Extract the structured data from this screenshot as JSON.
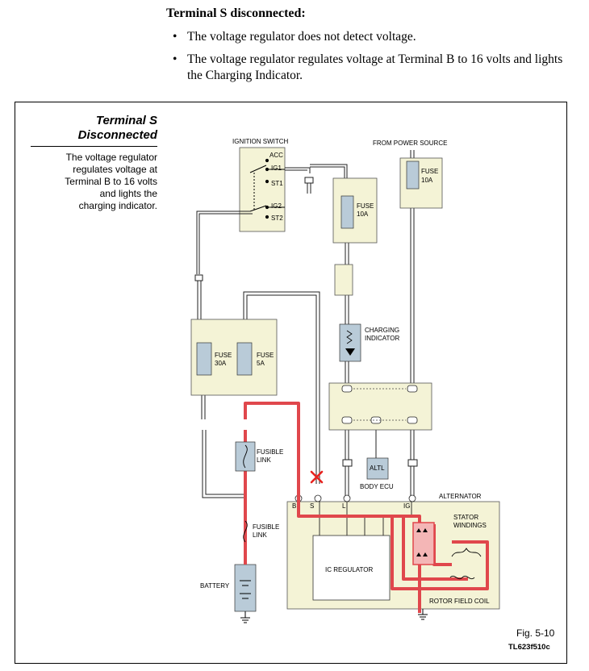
{
  "heading": "Terminal S disconnected:",
  "bullets": [
    "The voltage regulator does not detect voltage.",
    "The voltage regulator regulates voltage at Terminal B to 16 volts and lights the Charging Indicator."
  ],
  "side": {
    "title_line1": "Terminal S",
    "title_line2": "Disconnected",
    "text_lines": [
      "The voltage regulator",
      "regulates voltage at",
      "Terminal B to 16 volts",
      "and lights the",
      "charging indicator."
    ]
  },
  "diagram": {
    "ignition_switch": "IGNITION SWITCH",
    "acc": "ACC",
    "ig1": "IG1",
    "st1": "ST1",
    "ig2": "IG2",
    "st2": "ST2",
    "from_power_source": "FROM POWER SOURCE",
    "fuse_word": "FUSE",
    "fuse_10a": "10A",
    "fuse_30a": "30A",
    "fuse_5a": "5A",
    "charging": "CHARGING",
    "indicator": "INDICATOR",
    "fusible": "FUSIBLE",
    "link": "LINK",
    "altl": "ALTL",
    "body_ecu": "BODY ECU",
    "alternator": "ALTERNATOR",
    "term_b": "B",
    "term_s": "S",
    "term_l": "L",
    "term_ig": "IG",
    "stator": "STATOR",
    "windings": "WINDINGS",
    "ic_regulator": "IC REGULATOR",
    "rotor_field_coil": "ROTOR FIELD COIL",
    "battery": "BATTERY"
  },
  "colors": {
    "current_path": "#e0474c",
    "current_fill": "#f4b6b6",
    "box_fill": "#f4f3d6",
    "component_fill": "#b9cbd8",
    "disconnect_x": "#e8231f"
  },
  "figure": {
    "number": "Fig. 5-10",
    "code": "TL623f510c"
  }
}
